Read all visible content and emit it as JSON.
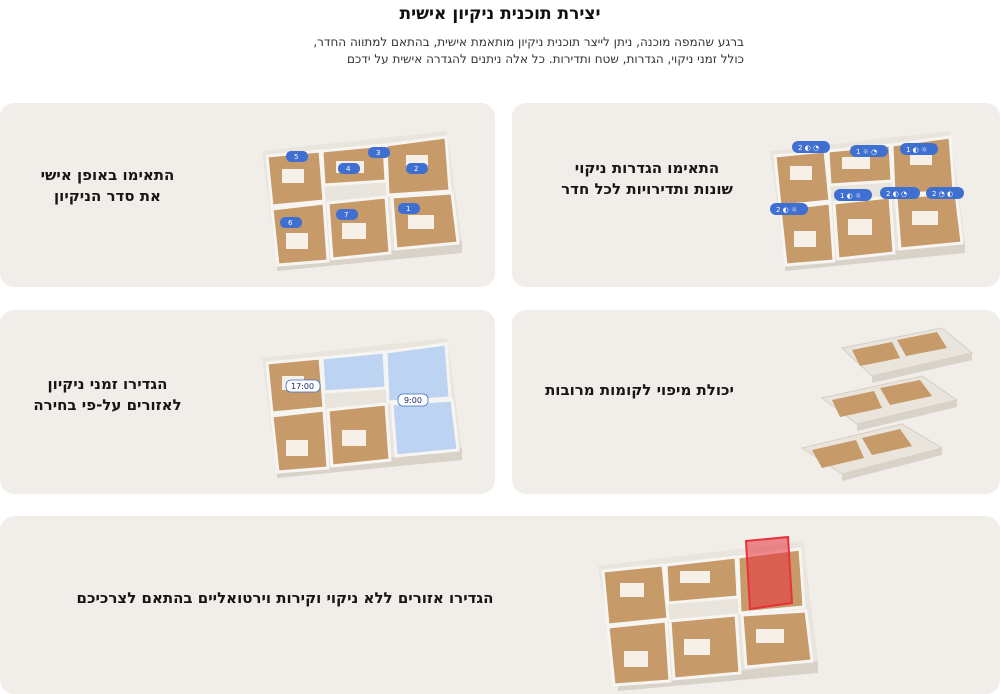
{
  "header": {
    "title": "יצירת תוכנית ניקיון אישית",
    "subtitle_line1": "ברגע שהמפה מוכנה, ניתן לייצר תוכנית ניקיון מותאמת אישית, בהתאם למתווה החדר,",
    "subtitle_line2": "כולל זמני ניקוי, הגדרות, שטח ותדירות. כל אלה ניתנים להגדרה אישית על ידכם"
  },
  "cards": {
    "settings": {
      "line1": "התאימו הגדרות ניקוי",
      "line2": "שונות ותדירויות לכל חדר",
      "badges": [
        "2",
        "1",
        "1",
        "1",
        "2",
        "2",
        "2"
      ]
    },
    "order": {
      "line1": "התאימו באופן אישי",
      "line2": "את סדר הניקיון",
      "room_numbers": [
        "5",
        "3",
        "4",
        "2",
        "6",
        "7",
        "1"
      ]
    },
    "multifloor": {
      "line1": "יכולת מיפוי לקומות מרובות"
    },
    "schedule": {
      "line1": "הגדירו זמני ניקיון",
      "line2": "לאזורים על-פי בחירה",
      "times": [
        "17:00",
        "9:00"
      ]
    },
    "nogo": {
      "line1": "הגדירו אזורים ללא ניקוי וקירות וירטואליים בהתאם לצרכיכם"
    }
  },
  "colors": {
    "card_bg": "#f1eeea",
    "badge_blue": "#3f6fd0",
    "zone_blue": "#bcd3f2",
    "nogo_red": "#e8323a",
    "floor_wood": "#c79a6a",
    "wall_white": "#f7f5f2"
  }
}
